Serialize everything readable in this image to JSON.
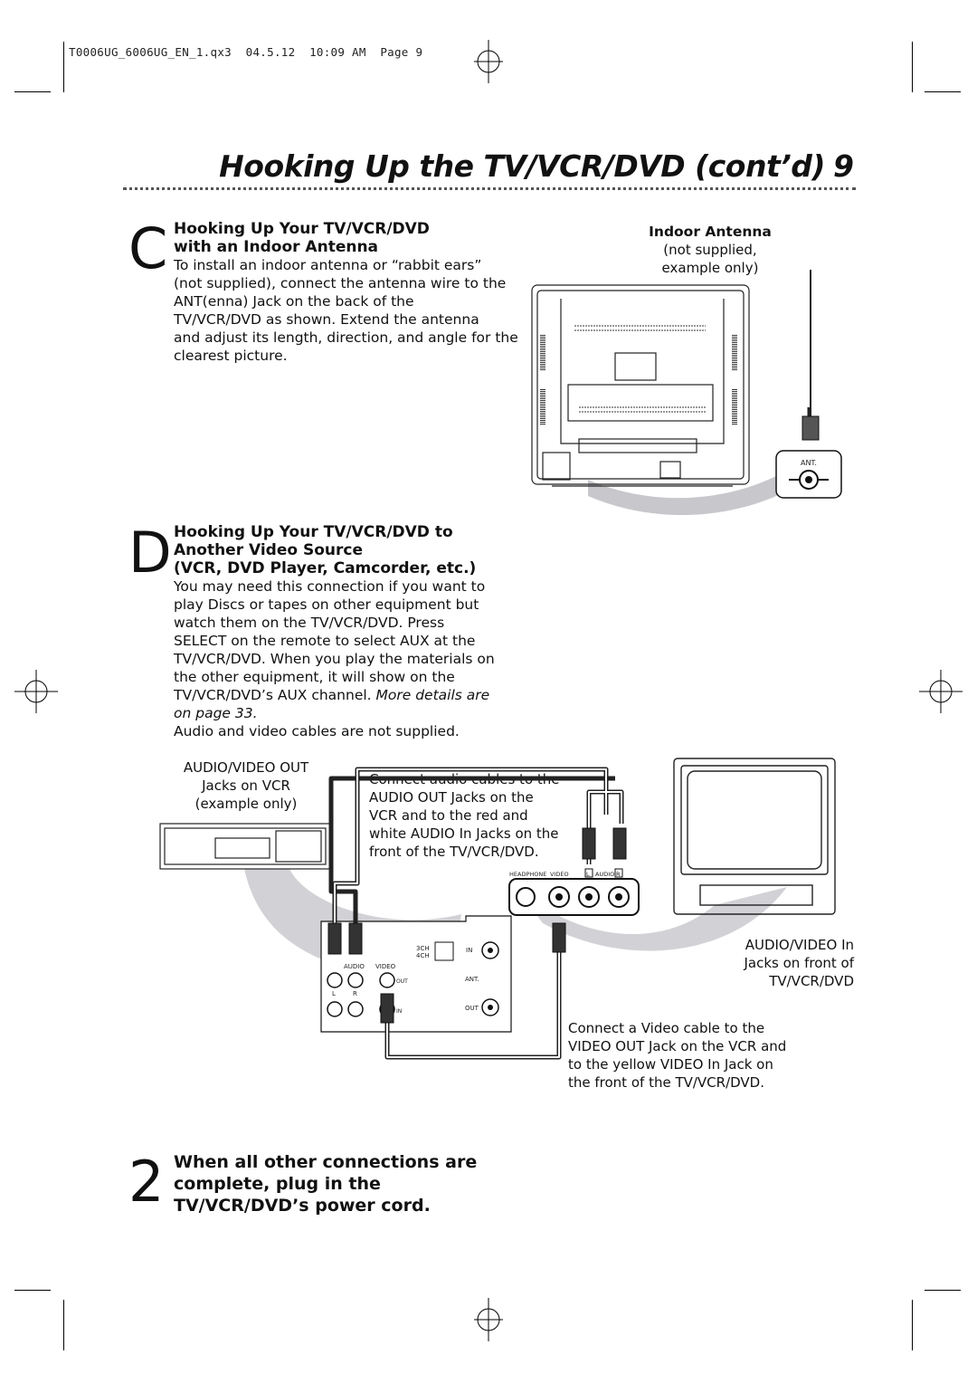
{
  "slug": "T0006UG_6006UG_EN_1.qx3  04.5.12  10:09 AM  Page 9",
  "header": {
    "title": "Hooking Up the TV/VCR/DVD (cont’d)",
    "page_number": "9"
  },
  "section_c": {
    "letter": "C",
    "heading_line1": "Hooking Up Your TV/VCR/DVD",
    "heading_line2": "with an Indoor Antenna",
    "body": [
      "To install an indoor antenna or “rabbit ears”",
      "(not supplied), connect the antenna wire to the",
      "ANT(enna) Jack on the back of the",
      "TV/VCR/DVD as shown. Extend the antenna",
      "and adjust its length, direction, and angle for the",
      "clearest picture."
    ],
    "antenna_label": "Indoor Antenna",
    "antenna_note1": "(not supplied,",
    "antenna_note2": "example only)",
    "ant_jack_label": "ANT."
  },
  "section_d": {
    "letter": "D",
    "heading_line1": "Hooking Up Your TV/VCR/DVD to",
    "heading_line2": "Another Video Source",
    "heading_line3": "(VCR, DVD Player, Camcorder, etc.)",
    "body": [
      "You may need this connection if you want to",
      "play Discs or tapes on other equipment but",
      "watch them on the TV/VCR/DVD. Press",
      "SELECT on the remote to select AUX at the",
      "TV/VCR/DVD. When you play the materials on",
      "the other equipment, it will show on the"
    ],
    "body_last_plain": "TV/VCR/DVD’s AUX channel. ",
    "body_last_italic": "More details are",
    "body_italic2": "on page 33.",
    "cables_note": "Audio and video cables are not supplied."
  },
  "diagram": {
    "vcr_label1": "AUDIO/VIDEO OUT",
    "vcr_label2": "Jacks on VCR",
    "vcr_label3": "(example only)",
    "audio_note": [
      "Connect audio cables to the",
      "AUDIO OUT Jacks on the",
      "VCR and to the red and",
      "white AUDIO In Jacks on the",
      "front of the TV/VCR/DVD."
    ],
    "front_panel": {
      "headphone": "HEADPHONE",
      "video": "VIDEO",
      "l": "L",
      "audio": "AUDIO",
      "r": "R"
    },
    "vcr_panel": {
      "ch3": "3CH",
      "ch4": "4CH",
      "in_top": "IN",
      "audio": "AUDIO",
      "video": "VIDEO",
      "out": "OUT",
      "ant": "ANT.",
      "l": "L",
      "r": "R",
      "in_bottom": "IN",
      "out_bottom": "OUT"
    },
    "av_in_label1": "AUDIO/VIDEO In",
    "av_in_label2": "Jacks on front of",
    "av_in_label3": "TV/VCR/DVD",
    "video_note": [
      "Connect a Video cable to the",
      "VIDEO OUT Jack on the VCR and",
      "to the yellow VIDEO In Jack on",
      "the front of the TV/VCR/DVD."
    ]
  },
  "step2": {
    "number": "2",
    "line1": "When all other connections are",
    "line2": "complete, plug in the",
    "line3": "TV/VCR/DVD’s power cord."
  }
}
